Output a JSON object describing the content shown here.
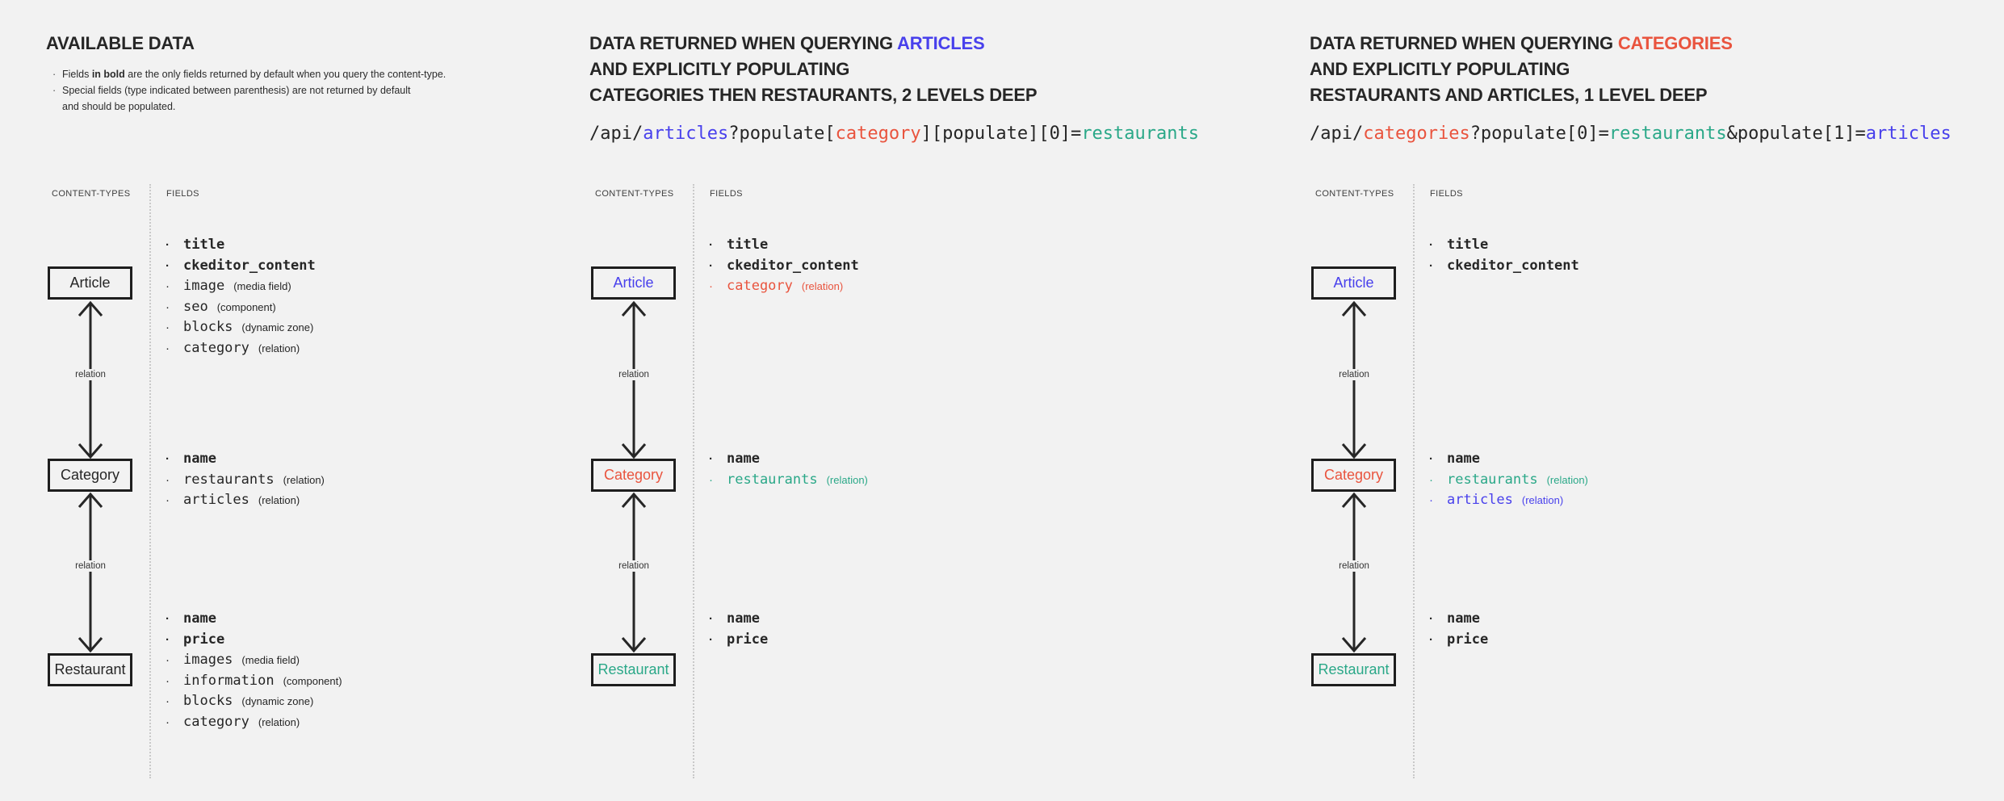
{
  "palette": {
    "background": "#f2f2f2",
    "text": "#262626",
    "blue": "#4840ec",
    "red": "#e9543e",
    "teal": "#2aa888"
  },
  "glyphs": {
    "bullet": "·"
  },
  "panel1": {
    "title": "AVAILABLE DATA",
    "notes": {
      "n1": {
        "pre": "Fields ",
        "bold": "in bold",
        "post": " are the only fields returned by default when you query the content-type."
      },
      "n2": {
        "t1": "Special fields (type indicated between parenthesis) are not returned by default",
        "t2": "and should be populated."
      }
    },
    "columns": {
      "left": "CONTENT-TYPES",
      "right": "FIELDS"
    },
    "relation": "relation",
    "nodes": {
      "article": {
        "label": "Article",
        "fields": [
          {
            "name": "title",
            "style": "font-weight:700"
          },
          {
            "name": "ckeditor_content",
            "style": "font-weight:700"
          },
          {
            "name": "image",
            "type": "(media field)"
          },
          {
            "name": "seo",
            "type": "(component)"
          },
          {
            "name": "blocks",
            "type": "(dynamic zone)"
          },
          {
            "name": "category",
            "type": "(relation)"
          }
        ]
      },
      "category": {
        "label": "Category",
        "fields": [
          {
            "name": "name",
            "style": "font-weight:700"
          },
          {
            "name": "restaurants",
            "type": "(relation)"
          },
          {
            "name": "articles",
            "type": "(relation)"
          }
        ]
      },
      "restaurant": {
        "label": "Restaurant",
        "fields": [
          {
            "name": "name",
            "style": "font-weight:700"
          },
          {
            "name": "price",
            "style": "font-weight:700"
          },
          {
            "name": "images",
            "type": "(media field)"
          },
          {
            "name": "information",
            "type": "(component)"
          },
          {
            "name": "blocks",
            "type": "(dynamic zone)"
          },
          {
            "name": "category",
            "type": "(relation)"
          }
        ]
      }
    }
  },
  "panel2": {
    "title": {
      "l1a": "DATA RETURNED WHEN QUERYING ",
      "l1b": "ARTICLES",
      "l1b_style": "color:#4840ec",
      "l2": "AND EXPLICITLY POPULATING",
      "l3": "CATEGORIES THEN RESTAURANTS, 2 LEVELS DEEP"
    },
    "api": [
      {
        "t": "/api/"
      },
      {
        "t": "articles",
        "style": "color:#4840ec"
      },
      {
        "t": "?populate["
      },
      {
        "t": "category",
        "style": "color:#e9543e"
      },
      {
        "t": "][populate][0]="
      },
      {
        "t": "restaurants",
        "style": "color:#2aa888"
      }
    ],
    "columns": {
      "left": "CONTENT-TYPES",
      "right": "FIELDS"
    },
    "relation": "relation",
    "nodes": {
      "article": {
        "label": "Article",
        "label_style": "color:#4840ec",
        "fields": [
          {
            "name": "title",
            "style": "font-weight:700"
          },
          {
            "name": "ckeditor_content",
            "style": "font-weight:700"
          },
          {
            "name": "category",
            "type": "(relation)",
            "style": "color:#e9543e"
          }
        ]
      },
      "category": {
        "label": "Category",
        "label_style": "color:#e9543e",
        "fields": [
          {
            "name": "name",
            "style": "font-weight:700"
          },
          {
            "name": "restaurants",
            "type": "(relation)",
            "style": "color:#2aa888"
          }
        ]
      },
      "restaurant": {
        "label": "Restaurant",
        "label_style": "color:#2aa888",
        "fields": [
          {
            "name": "name",
            "style": "font-weight:700"
          },
          {
            "name": "price",
            "style": "font-weight:700"
          }
        ]
      }
    }
  },
  "panel3": {
    "title": {
      "l1a": "DATA RETURNED WHEN QUERYING ",
      "l1b": "CATEGORIES",
      "l1b_style": "color:#e9543e",
      "l2": "AND EXPLICITLY POPULATING",
      "l3": "RESTAURANTS AND ARTICLES, 1 LEVEL DEEP"
    },
    "api": [
      {
        "t": "/api/"
      },
      {
        "t": "categories",
        "style": "color:#e9543e"
      },
      {
        "t": "?populate[0]="
      },
      {
        "t": "restaurants",
        "style": "color:#2aa888"
      },
      {
        "t": "&populate[1]="
      },
      {
        "t": "articles",
        "style": "color:#4840ec"
      }
    ],
    "columns": {
      "left": "CONTENT-TYPES",
      "right": "FIELDS"
    },
    "relation": "relation",
    "nodes": {
      "article": {
        "label": "Article",
        "label_style": "color:#4840ec",
        "fields": [
          {
            "name": "title",
            "style": "font-weight:700"
          },
          {
            "name": "ckeditor_content",
            "style": "font-weight:700"
          }
        ]
      },
      "category": {
        "label": "Category",
        "label_style": "color:#e9543e",
        "fields": [
          {
            "name": "name",
            "style": "font-weight:700"
          },
          {
            "name": "restaurants",
            "type": "(relation)",
            "style": "color:#2aa888"
          },
          {
            "name": "articles",
            "type": "(relation)",
            "style": "color:#4840ec"
          }
        ]
      },
      "restaurant": {
        "label": "Restaurant",
        "label_style": "color:#2aa888",
        "fields": [
          {
            "name": "name",
            "style": "font-weight:700"
          },
          {
            "name": "price",
            "style": "font-weight:700"
          }
        ]
      }
    }
  }
}
